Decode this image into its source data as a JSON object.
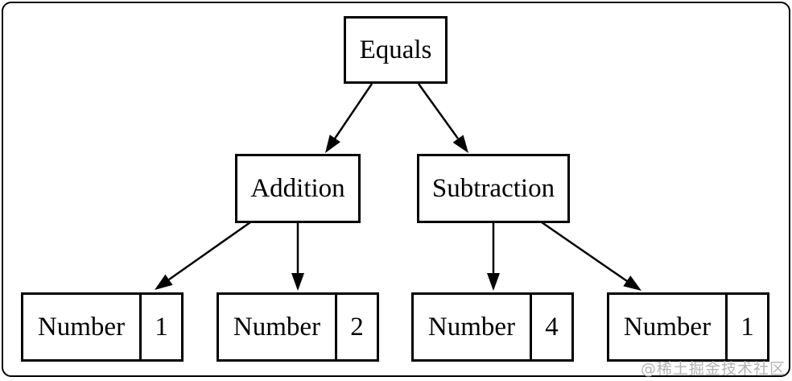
{
  "diagram": {
    "type": "tree",
    "description": "Abstract syntax tree of an equation: Addition(1,2) equals Subtraction(4,1)",
    "ast": {
      "root": {
        "label": "Equals",
        "children": [
          {
            "label": "Addition",
            "children": [
              {
                "type": "Number",
                "value": "1"
              },
              {
                "type": "Number",
                "value": "2"
              }
            ]
          },
          {
            "label": "Subtraction",
            "children": [
              {
                "type": "Number",
                "value": "4"
              },
              {
                "type": "Number",
                "value": "1"
              }
            ]
          }
        ]
      }
    },
    "edges": [
      {
        "from": "Equals",
        "to": "Addition"
      },
      {
        "from": "Equals",
        "to": "Subtraction"
      },
      {
        "from": "Addition",
        "to": "Number 1"
      },
      {
        "from": "Addition",
        "to": "Number 2"
      },
      {
        "from": "Subtraction",
        "to": "Number 4"
      },
      {
        "from": "Subtraction",
        "to": "Number 1"
      }
    ],
    "colors": {
      "line": "#000000",
      "background": "#ffffff",
      "text": "#000000",
      "watermark": "#b3b3b3"
    }
  },
  "watermark": {
    "text": "@稀土掘金技术社区"
  }
}
